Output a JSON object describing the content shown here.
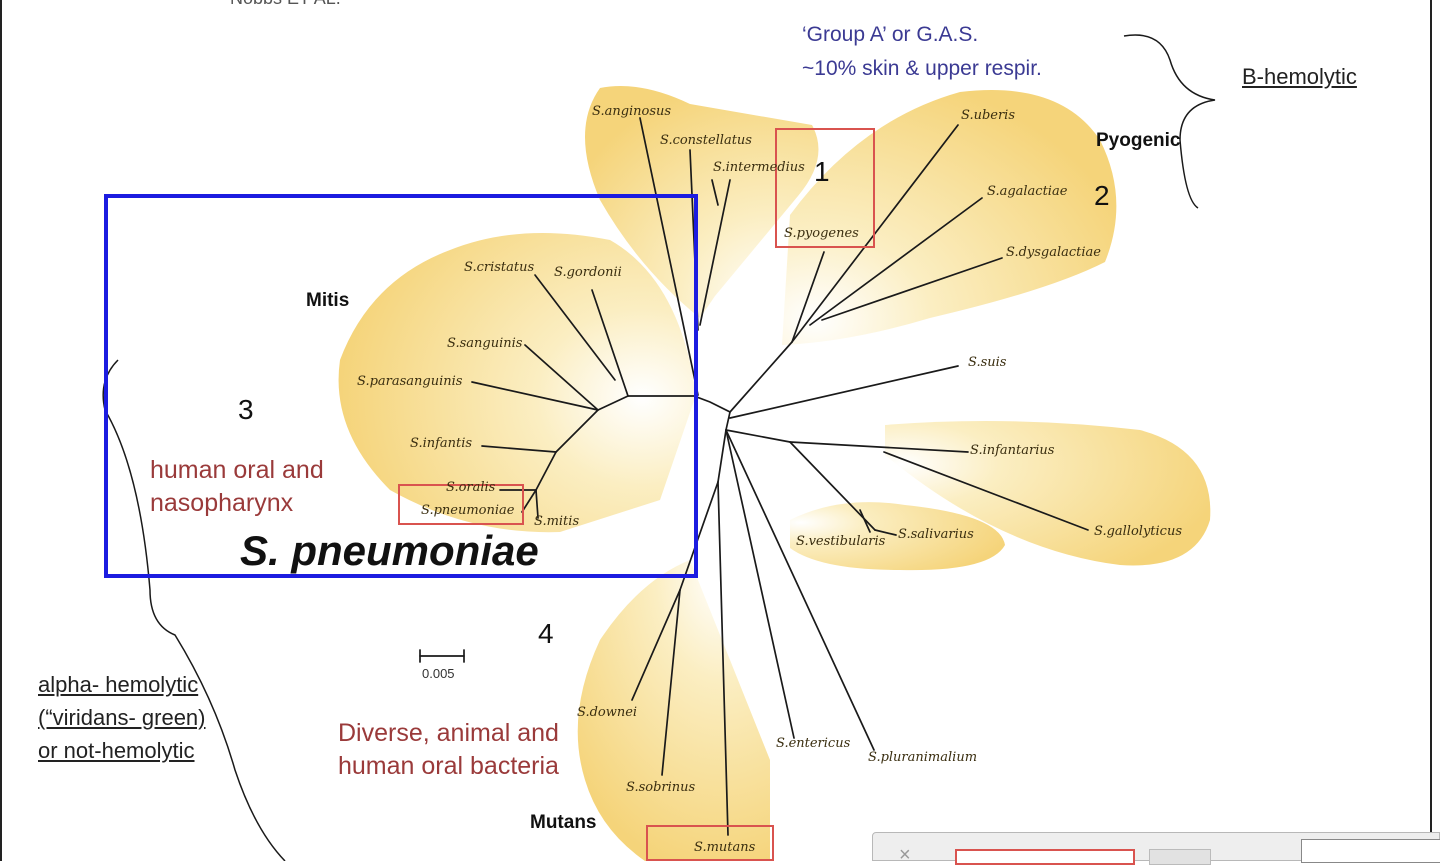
{
  "header_fragment": "Nobbs ET AL.",
  "groups": {
    "pyogenic": "Pyogenic",
    "mitis": "Mitis",
    "mutans": "Mutans"
  },
  "species": {
    "anginosus": "S.anginosus",
    "constellatus": "S.constellatus",
    "intermedius": "S.intermedius",
    "pyogenes": "S.pyogenes",
    "uberis": "S.uberis",
    "agalactiae": "S.agalactiae",
    "dysgalactiae": "S.dysgalactiae",
    "suis": "S.suis",
    "infantarius": "S.infantarius",
    "gallolyticus": "S.gallolyticus",
    "salivarius": "S.salivarius",
    "vestibularis": "S.vestibularis",
    "cristatus": "S.cristatus",
    "gordonii": "S.gordonii",
    "sanguinis": "S.sanguinis",
    "parasanguinis": "S.parasanguinis",
    "infantis": "S.infantis",
    "oralis": "S.oralis",
    "pneumoniae": "S.pneumoniae",
    "mitis": "S.mitis",
    "downei": "S.downei",
    "sobrinus": "S.sobrinus",
    "mutans": "S.mutans",
    "entericus": "S.entericus",
    "pluranimalium": "S.pluranimalium"
  },
  "annotations": {
    "group_a_line1": "‘Group A’ or G.A.S.",
    "group_a_line2": "~10% skin & upper respir.",
    "beta_hemolytic": "B-hemolytic",
    "num1": "1",
    "num2": "2",
    "num3": "3",
    "num4": "4",
    "oral_line1": "human oral and",
    "oral_line2": "nasopharynx",
    "s_pneumoniae": "S. pneumoniae",
    "diverse_line1": "Diverse, animal and",
    "diverse_line2": "human oral bacteria",
    "alpha_line1": "alpha- hemolytic",
    "alpha_line2": "(“viridans- green)",
    "alpha_line3": "or not-hemolytic",
    "scale": "0.005"
  },
  "colors": {
    "clade_fill": "#f7d77a",
    "branch": "#1a1a1a",
    "highlight_red": "#d9534f",
    "highlight_blue": "#1c1ce0",
    "note_blue": "#3b3a93",
    "note_red": "#9a3a3a"
  }
}
